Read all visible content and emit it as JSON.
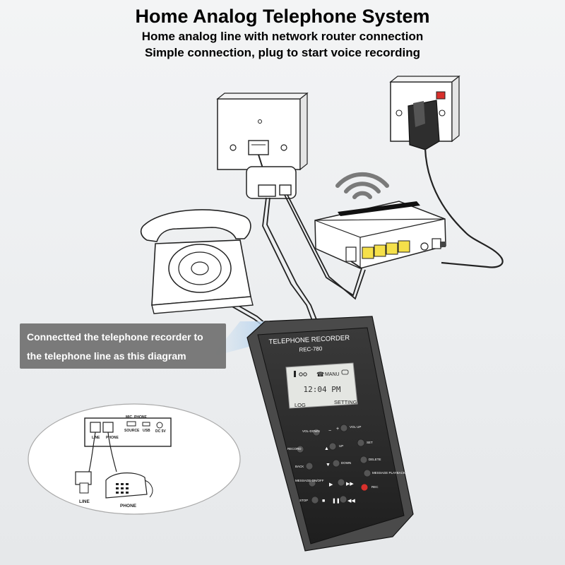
{
  "header": {
    "title": "Home Analog Telephone System",
    "subtitle_1": "Home analog line with network router connection",
    "subtitle_2": "Simple connection, plug to start voice recording"
  },
  "callout": {
    "line_1": "Connectted the telephone recorder to",
    "line_2": "the telephone line as this diagram"
  },
  "device": {
    "brand": "TELEPHONE RECORDER",
    "model": "REC-780",
    "screen": {
      "menu_label": "MANU",
      "time": "12:04 PM",
      "left_soft": "LOG",
      "right_soft": "SETTING"
    },
    "buttons": {
      "vol_down": "VOL-DOWN",
      "vol_up": "VOL UP",
      "record": "RECORD",
      "up": "UP",
      "set": "SET",
      "delete": "DELETE",
      "back": "BACK",
      "down": "DOWN",
      "message_playback": "MESSAGE PLAYBACK",
      "message_onoff": "MESSAGE ON/OFF",
      "rec": "REC",
      "stop": "STOP"
    }
  },
  "inset": {
    "top_labels": [
      "MIC",
      "PHONE"
    ],
    "port_labels": [
      "LINE",
      "PHONE"
    ],
    "source_label": "SOURCE",
    "usb_label": "USB",
    "dc_label": "DC 5V",
    "bottom_labels": [
      "LINE",
      "PHONE"
    ]
  },
  "colors": {
    "callout_bg": "#707070",
    "device_body": "#2a2a2a",
    "screen_bg": "#e4e6e2",
    "router_port": "#f5e04a",
    "plug_red": "#d8302c",
    "wifi": "#7a7a7a"
  },
  "icons": [
    "wifi-icon",
    "voicemail-icon",
    "phone-icon",
    "battery-icon"
  ]
}
